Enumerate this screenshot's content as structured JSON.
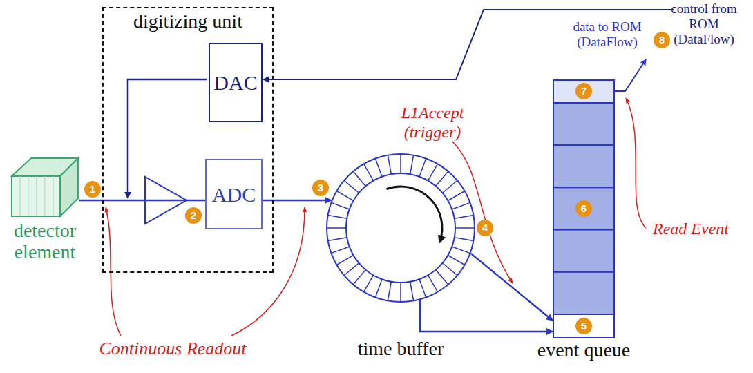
{
  "diagram": {
    "nodes": [
      {
        "text": [
          "detector element"
        ]
      },
      {
        "text": [
          "digitizing unit"
        ]
      },
      {
        "text": [
          "DAC"
        ],
        "in": 1
      },
      {
        "text": [
          "ADC"
        ],
        "in": 1
      },
      {
        "text": [
          "time buffer"
        ]
      },
      {
        "text": [
          "event queue"
        ]
      }
    ],
    "edges": [
      {
        "from": 0,
        "to": 3,
        "arrow": "none"
      },
      {
        "from": 3,
        "to": 4,
        "arrow": "to"
      },
      {
        "from": 4,
        "to": 5,
        "arrow": "to"
      },
      {
        "from": 4,
        "to": 5,
        "arrow": "to"
      }
    ],
    "labels": [
      "control from ROM (DataFlow)",
      "data to ROM (DataFlow)",
      "L1Accept (trigger)",
      "Read Event",
      "Continuous Readout",
      "1",
      "2",
      "3",
      "4",
      "5",
      "6",
      "7",
      "8"
    ]
  }
}
